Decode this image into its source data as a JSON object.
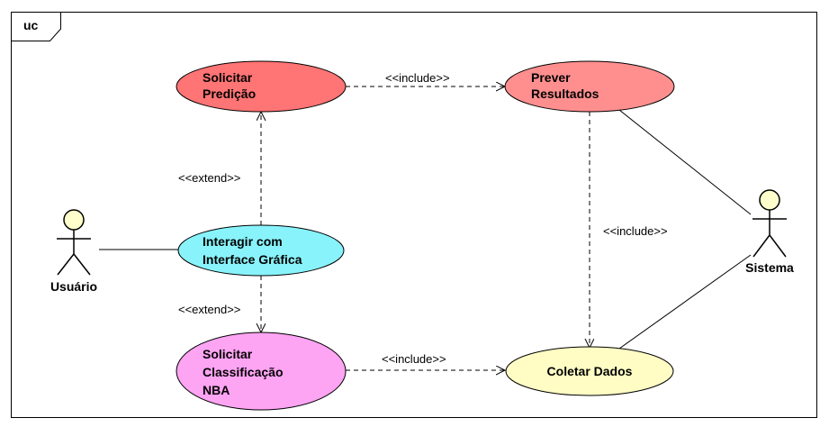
{
  "frame": {
    "label": "uc"
  },
  "actors": {
    "usuario": {
      "label": "Usuário"
    },
    "sistema": {
      "label": "Sistema"
    }
  },
  "use_cases": {
    "solicitar_predicao": {
      "lines": [
        "Solicitar",
        "Predição"
      ],
      "color": "#ff7474"
    },
    "prever_resultados": {
      "lines": [
        "Prever",
        "Resultados"
      ],
      "color": "#ff8f8f"
    },
    "interagir": {
      "lines": [
        "Interagir com",
        "Interface Gráfica"
      ],
      "color": "#88f3fb"
    },
    "solicitar_classificacao": {
      "lines": [
        "Solicitar",
        "Classificação",
        "NBA"
      ],
      "color": "#fda4f3"
    },
    "coletar_dados": {
      "lines": [
        "Coletar Dados"
      ],
      "color": "#fffdc4"
    }
  },
  "relations": {
    "include_predicao_prever": "<<include>>",
    "include_prever_coletar": "<<include>>",
    "include_classificacao_coletar": "<<include>>",
    "extend_interagir_predicao": "<<extend>>",
    "extend_classificacao_interagir": "<<extend>>"
  },
  "colors": {
    "actor_head": "#ffffcc",
    "line": "#000000"
  }
}
